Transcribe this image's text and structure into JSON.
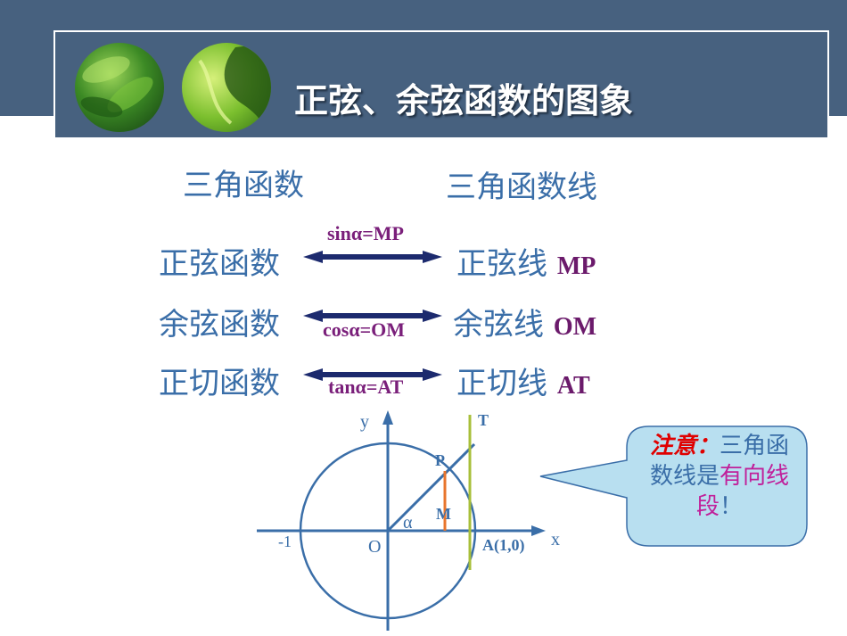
{
  "slide": {
    "title": "正弦、余弦函数的图象",
    "headers": {
      "left": "三角函数",
      "right": "三角函数线"
    },
    "rows": [
      {
        "func": "正弦函数",
        "line": "正弦线",
        "segment": "MP",
        "formula": "sinα=MP"
      },
      {
        "func": "余弦函数",
        "line": "余弦线",
        "segment": "OM",
        "formula": "cosα=OM"
      },
      {
        "func": "正切函数",
        "line": "正切线",
        "segment": "AT",
        "formula": "tanα=AT"
      }
    ],
    "diagram": {
      "x_label": "x",
      "y_label": "y",
      "origin_label": "O",
      "neg_one_label": "-1",
      "a_label": "A(1,0)",
      "p_label": "P",
      "m_label": "M",
      "t_label": "T",
      "alpha_label": "α"
    },
    "callout": {
      "note": "注意：",
      "text1": "三角函数线是",
      "text2": "有向线段",
      "text3": "！"
    },
    "colors": {
      "header_bg": "#47617f",
      "text_blue": "#3a6ea8",
      "arrow": "#1c2a6e",
      "purple": "#7a1f7a",
      "note_red": "#e00000",
      "callout_fill": "#b8dff0",
      "sin_line": "#e8752c",
      "tan_line": "#a8bf3a"
    }
  }
}
